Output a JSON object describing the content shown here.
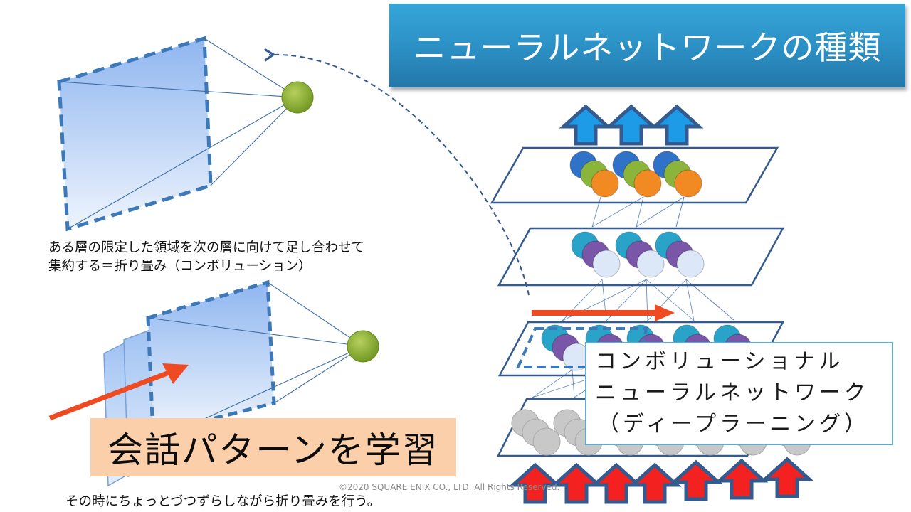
{
  "title": "ニューラルネットワークの種類",
  "captions": {
    "top": [
      "ある層の限定した領域を次の層に向けて足し合わせて",
      "集約する＝折り畳み（コンボリューション）"
    ],
    "bottom": "その時にちょっとづつずらしながら折り畳みを行う。"
  },
  "cnn_label": [
    "コンボリューショナル",
    "ニューラルネットワーク",
    "（ディープラーニング）"
  ],
  "highlight": "会話パターンを学習",
  "copyright": "©2020 SQUARE ENIX CO., LTD. All Rights Reserved.",
  "network": {
    "output_arrows": 3,
    "input_arrows": 7,
    "layers": [
      {
        "name": "output-layer",
        "groups": 3,
        "node_colors": [
          "#2f72c8",
          "#8ab43a",
          "#f28a24"
        ]
      },
      {
        "name": "hidden-layer-2",
        "groups": 3,
        "node_colors": [
          "#2aa3c8",
          "#7a56a8",
          "#dce8f8"
        ]
      },
      {
        "name": "hidden-layer-1",
        "groups": 5,
        "node_colors": [
          "#2aa3c8",
          "#7a56a8",
          "#dce8f8"
        ]
      },
      {
        "name": "input-layer",
        "groups": 7,
        "node_colors": [
          "#c8c8c8",
          "#c8c8c8",
          "#c8c8c8"
        ]
      }
    ]
  },
  "colors": {
    "outline": "#345b8f",
    "output_arrow": "#1e9be6",
    "input_arrow": "#f42121",
    "red_arrow": "#f04a23",
    "dashed": "#3d78b8",
    "neuron": "#8fb033",
    "title_bg": "#2b92c7",
    "highlight_bg": "#fbcfa9"
  }
}
